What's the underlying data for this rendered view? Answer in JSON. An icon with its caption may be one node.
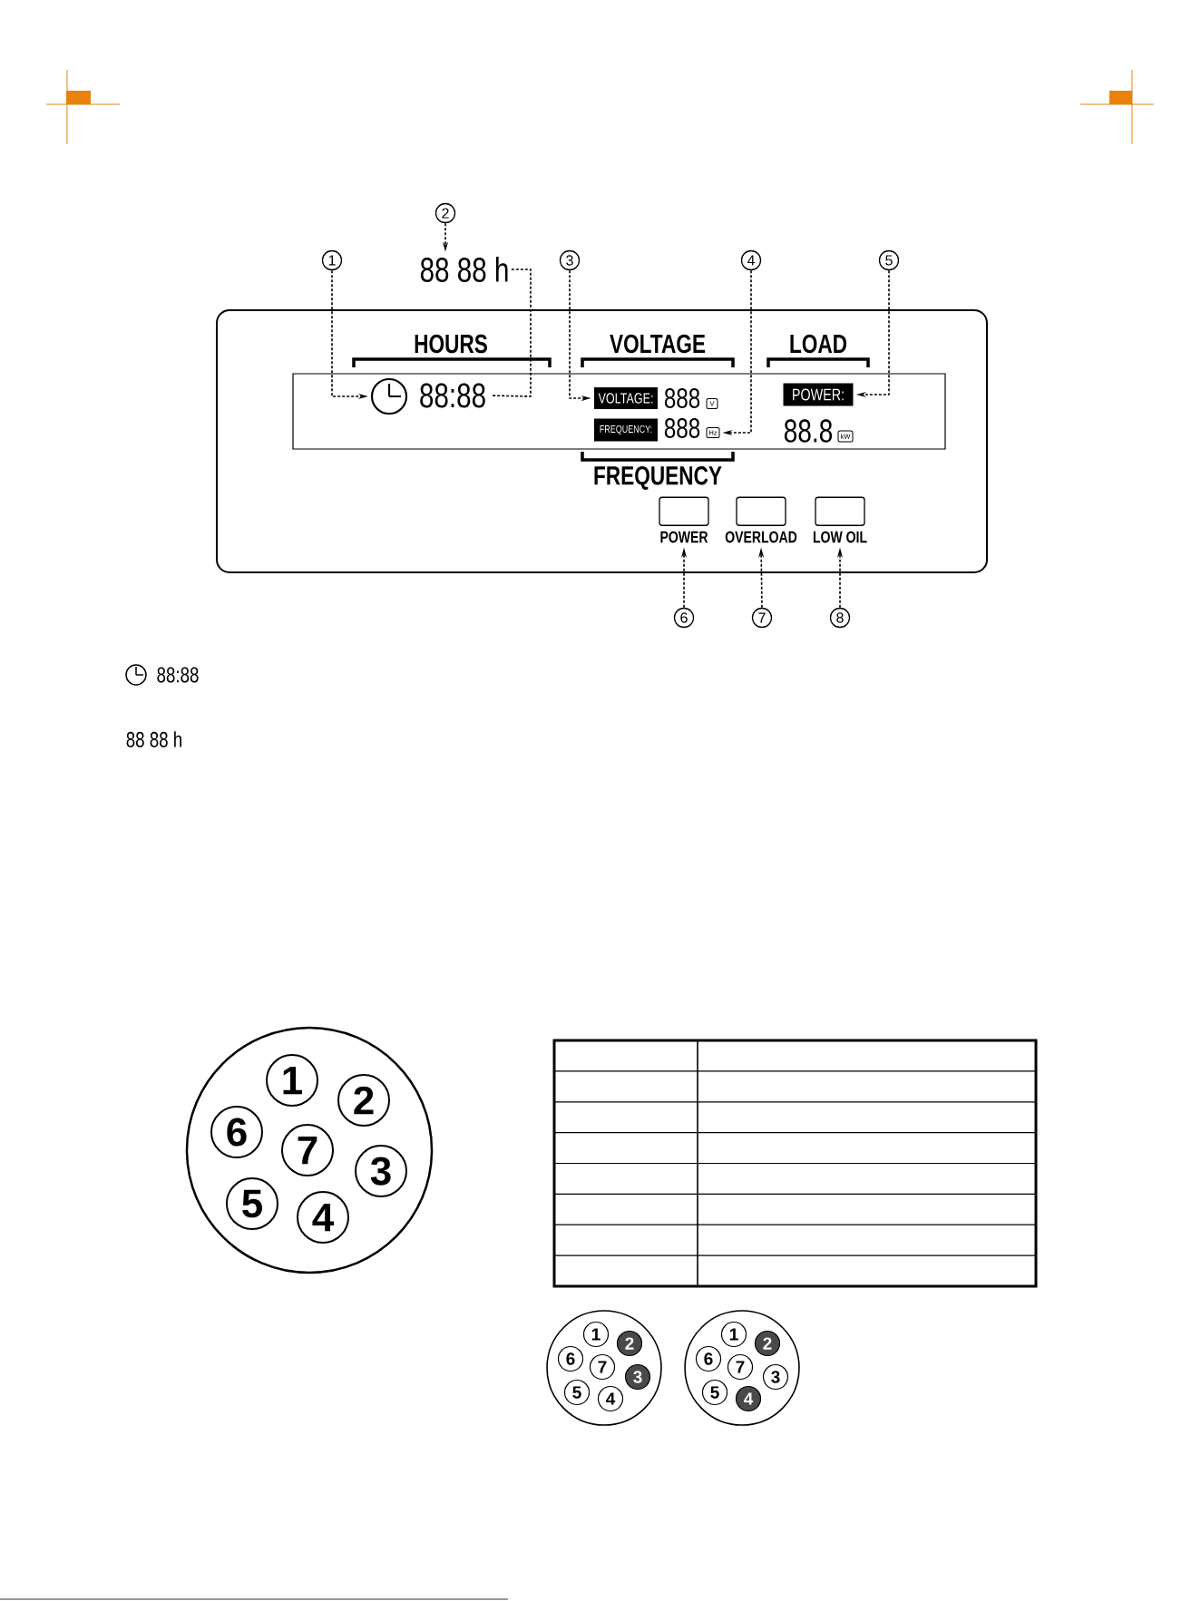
{
  "diagram": {
    "nodes": [
      {
        "text": [
          "2"
        ]
      },
      {
        "text": [
          "1"
        ]
      },
      {
        "text": [
          "3"
        ]
      },
      {
        "text": [
          "4"
        ]
      },
      {
        "text": [
          "5"
        ]
      },
      {
        "text": [
          "88 88 h"
        ]
      },
      {
        "text": [],
        "shape": "box"
      },
      {
        "text": [],
        "shape": "box",
        "in": 6
      },
      {
        "text": [],
        "shape": "clock",
        "in": 7
      },
      {
        "text": [
          "88:88"
        ],
        "in": 7
      },
      {
        "text": [
          "VOLTAGE:"
        ],
        "in": 7
      },
      {
        "text": [
          "V"
        ],
        "in": 7
      },
      {
        "text": [
          "POWER:"
        ],
        "in": 7
      },
      {
        "text": [
          "FREQUENCY:"
        ],
        "in": 7
      },
      {
        "text": [
          "Hz"
        ],
        "in": 7
      },
      {
        "text": [
          "kW"
        ],
        "in": 7
      },
      {
        "text": [
          "POWER"
        ],
        "in": 6
      },
      {
        "text": [
          "OVERLOAD"
        ],
        "in": 6
      },
      {
        "text": [
          "LOW OIL"
        ],
        "in": 6
      },
      {
        "text": [
          "6"
        ]
      },
      {
        "text": [
          "7"
        ]
      },
      {
        "text": [
          "8"
        ]
      },
      {
        "text": [],
        "shape": "circle"
      },
      {
        "text": [
          "1"
        ],
        "in": 22
      },
      {
        "text": [
          "2"
        ],
        "in": 22
      },
      {
        "text": [
          "3"
        ],
        "in": 22
      },
      {
        "text": [
          "4"
        ],
        "in": 22
      },
      {
        "text": [
          "5"
        ],
        "in": 22
      },
      {
        "text": [
          "6"
        ],
        "in": 22
      },
      {
        "text": [
          "7"
        ],
        "in": 22
      },
      {
        "text": [],
        "shape": "circle"
      },
      {
        "text": [
          "1"
        ],
        "in": 30
      },
      {
        "text": [
          "2"
        ],
        "in": 30
      },
      {
        "text": [
          "3"
        ],
        "in": 30
      },
      {
        "text": [
          "4"
        ],
        "in": 30
      },
      {
        "text": [
          "5"
        ],
        "in": 30
      },
      {
        "text": [
          "6"
        ],
        "in": 30
      },
      {
        "text": [
          "7"
        ],
        "in": 30
      },
      {
        "text": [],
        "shape": "circle"
      },
      {
        "text": [
          "1"
        ],
        "in": 38
      },
      {
        "text": [
          "2"
        ],
        "in": 38
      },
      {
        "text": [
          "3"
        ],
        "in": 38
      },
      {
        "text": [
          "4"
        ],
        "in": 38
      },
      {
        "text": [
          "5"
        ],
        "in": 38
      },
      {
        "text": [
          "6"
        ],
        "in": 38
      },
      {
        "text": [
          "7"
        ],
        "in": 38
      }
    ],
    "edges": [
      {
        "from": 1,
        "to": 8,
        "arrow": "to",
        "style": "dashed"
      },
      {
        "from": 0,
        "to": 5,
        "arrow": "to",
        "style": "dashed"
      },
      {
        "from": 5,
        "to": 9,
        "arrow": "none",
        "style": "dashed"
      },
      {
        "from": 2,
        "to": 10,
        "arrow": "to",
        "style": "dashed"
      },
      {
        "from": 3,
        "to": 14,
        "arrow": "to",
        "style": "dashed"
      },
      {
        "from": 4,
        "to": 12,
        "arrow": "to",
        "style": "dashed"
      },
      {
        "from": 19,
        "to": 16,
        "arrow": "to",
        "style": "dashed"
      },
      {
        "from": 20,
        "to": 17,
        "arrow": "to",
        "style": "dashed"
      },
      {
        "from": 21,
        "to": 18,
        "arrow": "to",
        "style": "dashed"
      }
    ],
    "labels": [
      "HOURS",
      "VOLTAGE",
      "LOAD",
      "888",
      "888",
      "88.8",
      "FREQUENCY",
      "88:88",
      "88 88 h"
    ]
  }
}
